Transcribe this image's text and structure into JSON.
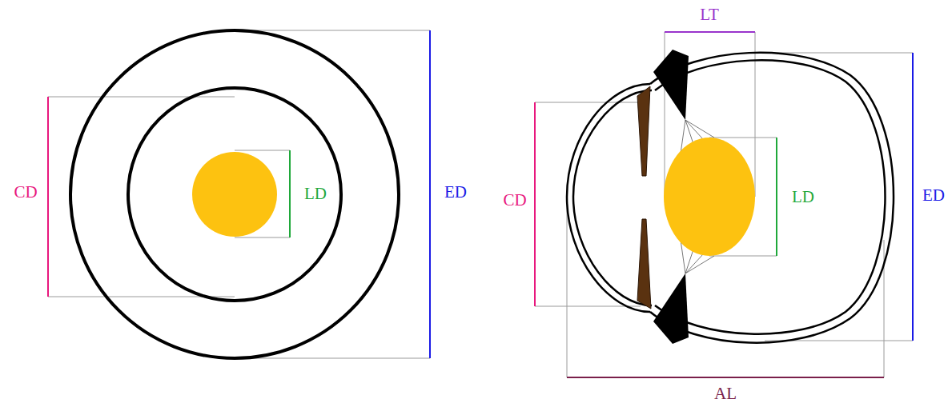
{
  "diagram": {
    "labels": [
      "CD",
      "LD",
      "ED",
      "LT",
      "CD",
      "LD",
      "ED",
      "AL"
    ]
  }
}
